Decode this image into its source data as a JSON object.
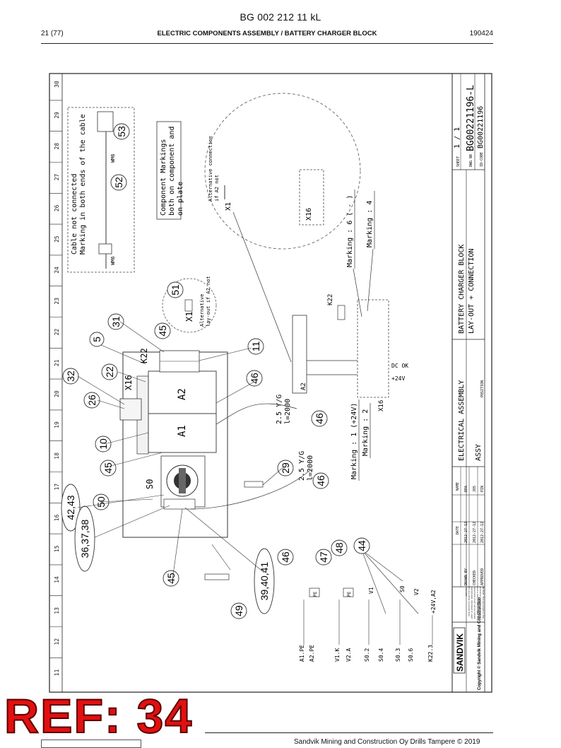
{
  "header": {
    "doc_title": "BG 002 212 11 kL",
    "page": "21 (77)",
    "section": "ELECTRIC COMPONENTS ASSEMBLY / BATTERY CHARGER BLOCK",
    "date_code": "190424"
  },
  "drawing": {
    "grid_numbers": [
      "30",
      "29",
      "28",
      "27",
      "26",
      "25",
      "24",
      "23",
      "22",
      "21",
      "20",
      "19",
      "18",
      "17",
      "16",
      "15",
      "14",
      "13",
      "12",
      "11"
    ],
    "notes": {
      "cable_note_1": "Cable not connected",
      "cable_note_2": "Marking in both ends of the cable",
      "wm6_a": "WM6",
      "wm6_b": "WM6",
      "component_markings_1": "Component Markings",
      "component_markings_2": "both on component and",
      "component_markings_3": "on plate",
      "alt_conn_1": "Alternative connection",
      "alt_conn_2": "if A2 not",
      "alt_1": "Alternative",
      "alt_2": "lay-out if A2 not",
      "marking_6": "Marking : 6 ( - )",
      "marking_4": "Marking : 4",
      "marking_1": "Marking : 1 (+24V)",
      "marking_2": "Marking : 2",
      "wire_a_1": "2.5 Y/G",
      "wire_a_2": "l=2000",
      "wire_b_1": "2.5 Y/G",
      "wire_b_2": "l=2000",
      "dc_ok": "DC OK",
      "plus_24v": "+24V"
    },
    "components": {
      "x1": "X1",
      "x1b": "X1",
      "x16a": "X16",
      "x16b": "X16",
      "x16c": "X16",
      "k22a": "K22",
      "k22b": "K22",
      "a1": "A1",
      "a2": "A2",
      "a2b": "A2",
      "s0": "S0"
    },
    "wire_labels": [
      "A1.PE",
      "A2.PE",
      "V1.K",
      "V2.A",
      "S0.2",
      "S0.4",
      "S0.3",
      "S0.6",
      "K22.3"
    ],
    "wire_targets": [
      "PE",
      "PE",
      "V1",
      "S0",
      "V2",
      "+24V,A2"
    ],
    "callouts": {
      "c53": "53",
      "c52": "52",
      "c51": "51",
      "c31": "31",
      "c45a": "45",
      "c5": "5",
      "c11": "11",
      "c46a": "46",
      "c22": "22",
      "c32": "32",
      "c26": "26",
      "c46b": "46",
      "c10": "10",
      "c45b": "45",
      "c29": "29",
      "c46c": "46",
      "c50": "50",
      "c4243": "42,43",
      "c363738": "36,37,38",
      "c394041": "39,40,41",
      "c46d": "46",
      "c47": "47",
      "c48": "48",
      "c44": "44",
      "c45c": "45",
      "c49": "49"
    },
    "title_block": {
      "sheet_label": "SHEET",
      "sheet_value": "1 / 1",
      "dwg_label": "DWG NR",
      "dwg_value": "BG00221196-L",
      "idcode_label": "ID-CODE",
      "idcode_value": "BG00221196",
      "title_1": "BATTERY CHARGER BLOCK",
      "title_2": "LAY-OUT + CONNECTION",
      "title_3": "ELECTRICAL ASSEMBLY",
      "assy": "ASSY",
      "position": "POSITION",
      "col_name": "NAME",
      "col_date": "DATE",
      "row_drawn": "DRAWN BY",
      "row_checked": "CHECKED",
      "row_approved": "APPROVED",
      "drawn_date": "2012-27-12",
      "checked_date": "2012-27-12",
      "approved_date": "2012-27-12",
      "drawn_name": "EPA",
      "checked_name": "JOS",
      "approved_name": "PIN",
      "notice": "NOTICE: This document is the exclusive property of Sandvik and is lent to the borrower. The document must not be copied, reproduced, disclosed or used for any other purposes than intended.",
      "brand": "SANDVIK",
      "copyright": "Copyright © Sandvik Mining and Construction"
    }
  },
  "stamp": {
    "ref": "REF: 34"
  },
  "footer": {
    "text": "Sandvik Mining and Construction Oy Drills Tampere © 2019"
  }
}
